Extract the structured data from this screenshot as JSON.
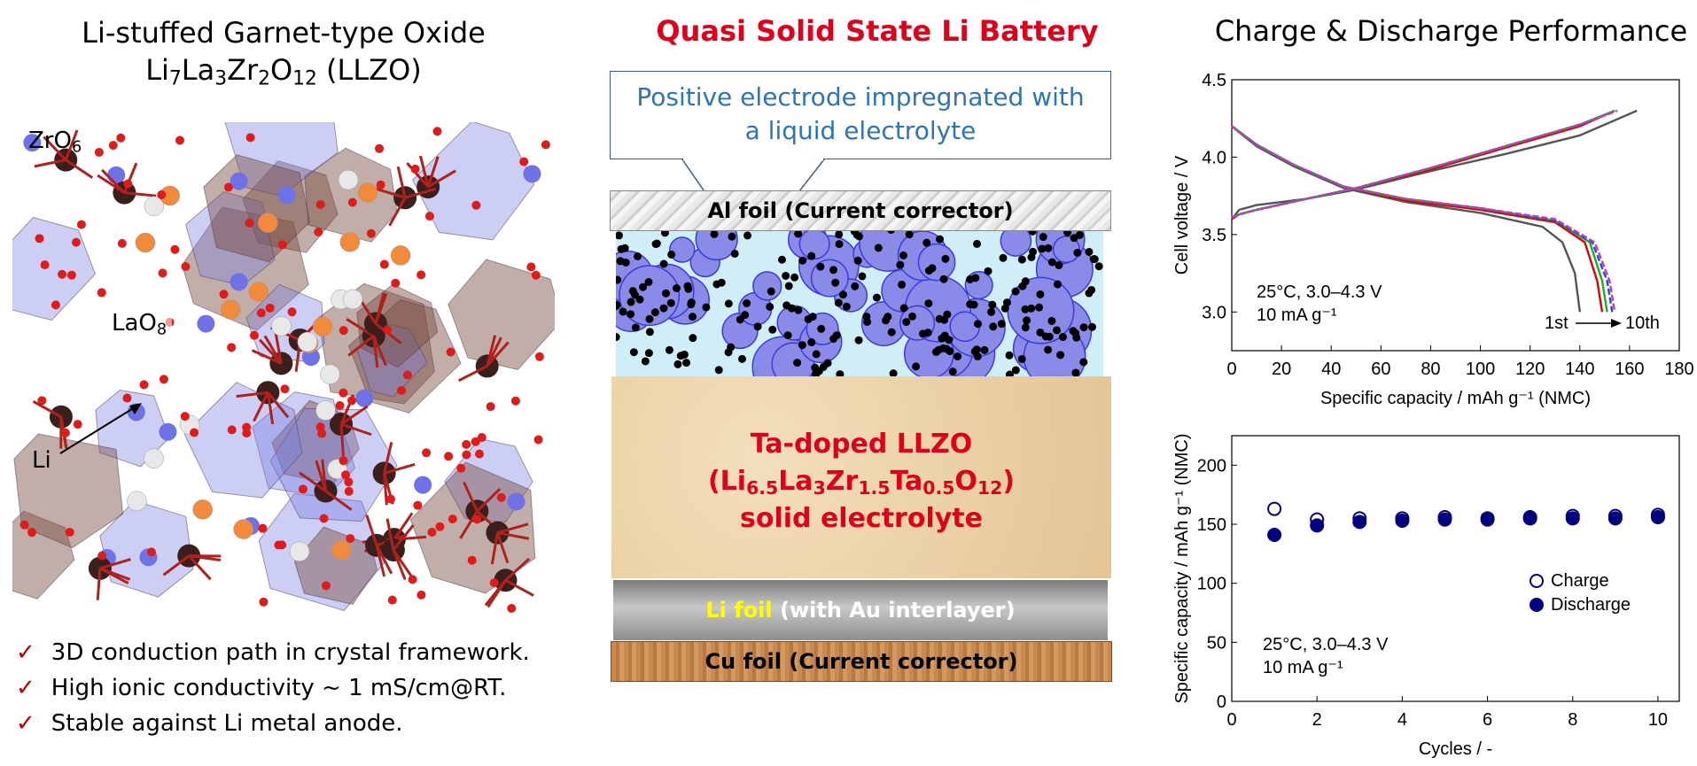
{
  "left": {
    "title_line1": "Li-stuffed Garnet-type Oxide",
    "title_formula": {
      "pre": "Li",
      "s1": "7",
      "m1": "La",
      "s2": "3",
      "m2": "Zr",
      "s3": "2",
      "m3": "O",
      "s4": "12",
      "post": " (LLZO)"
    },
    "labels": {
      "zro_base": "ZrO",
      "zro_sub": "6",
      "lao_base": "LaO",
      "lao_sub": "8",
      "li": "Li"
    },
    "bullets": [
      "3D conduction path in crystal framework.",
      "High ionic conductivity ~ 1 mS/cm@RT.",
      "Stable against Li metal anode."
    ],
    "check_glyph": "✓"
  },
  "middle": {
    "title": "Quasi Solid State Li Battery",
    "callout_line1": "Positive electrode impregnated with",
    "callout_line2": "a liquid electrolyte",
    "al_foil": "Al foil (Current corrector)",
    "electrolyte_line1": "Ta-doped LLZO",
    "electrolyte_formula": {
      "p1": "(Li",
      "s1": "6.5",
      "p2": "La",
      "s2": "3",
      "p3": "Zr",
      "s3": "1.5",
      "p4": "Ta",
      "s4": "0.5",
      "p5": "O",
      "s5": "12",
      "p6": ")"
    },
    "electrolyte_line3": "solid electrolyte",
    "li_foil_highlight": "Li foil",
    "li_foil_rest": " (with Au interlayer)",
    "cu_foil": "Cu foil (Current corrector)"
  },
  "right": {
    "title": "Charge & Discharge Performance",
    "chart1_cond_line1": "25°C, 3.0–4.3 V",
    "chart1_cond_line2": "10 mA g⁻¹",
    "chart1_cycle_start": "1st",
    "chart1_cycle_end": "10th",
    "chart2_cond_line1": "25°C, 3.0–4.3 V",
    "chart2_cond_line2": "10 mA g⁻¹"
  },
  "colors": {
    "accent_red": "#e0001b",
    "callout_blue": "#2e75b6",
    "navy": "#000080",
    "particle": "#8a8ae8"
  },
  "chart_data": [
    {
      "type": "line",
      "xlabel": "Specific capacity / mAh g⁻¹ (NMC)",
      "ylabel": "Cell voltage / V",
      "xlim": [
        0,
        180
      ],
      "ylim": [
        2.75,
        4.5
      ],
      "xticks": [
        0,
        20,
        40,
        60,
        80,
        100,
        120,
        140,
        160,
        180
      ],
      "yticks": [
        3.0,
        3.5,
        4.0,
        4.5
      ],
      "series": [
        {
          "color": "#555555",
          "charge": [
            [
              0,
              3.6
            ],
            [
              3,
              3.66
            ],
            [
              10,
              3.69
            ],
            [
              30,
              3.73
            ],
            [
              50,
              3.79
            ],
            [
              80,
              3.91
            ],
            [
              110,
              4.02
            ],
            [
              140,
              4.14
            ],
            [
              163,
              4.3
            ]
          ],
          "discharge": [
            [
              0,
              4.2
            ],
            [
              10,
              4.07
            ],
            [
              25,
              3.94
            ],
            [
              45,
              3.8
            ],
            [
              70,
              3.71
            ],
            [
              100,
              3.64
            ],
            [
              125,
              3.55
            ],
            [
              133,
              3.45
            ],
            [
              138,
              3.25
            ],
            [
              140,
              3.0
            ]
          ]
        },
        {
          "color": "#e00000",
          "charge": [
            [
              0,
              3.6
            ],
            [
              3,
              3.63
            ],
            [
              10,
              3.66
            ],
            [
              30,
              3.73
            ],
            [
              50,
              3.8
            ],
            [
              80,
              3.92
            ],
            [
              110,
              4.06
            ],
            [
              140,
              4.2
            ],
            [
              154,
              4.3
            ]
          ],
          "discharge": [
            [
              0,
              4.2
            ],
            [
              10,
              4.08
            ],
            [
              25,
              3.95
            ],
            [
              45,
              3.81
            ],
            [
              70,
              3.72
            ],
            [
              100,
              3.66
            ],
            [
              130,
              3.58
            ],
            [
              142,
              3.45
            ],
            [
              147,
              3.2
            ],
            [
              149,
              3.0
            ]
          ]
        },
        {
          "color": "#22aa22",
          "charge": [
            [
              0,
              3.61
            ],
            [
              3,
              3.63
            ],
            [
              10,
              3.66
            ],
            [
              30,
              3.73
            ],
            [
              50,
              3.8
            ],
            [
              80,
              3.93
            ],
            [
              110,
              4.07
            ],
            [
              140,
              4.21
            ],
            [
              154,
              4.3
            ]
          ],
          "discharge": [
            [
              0,
              4.2
            ],
            [
              10,
              4.08
            ],
            [
              25,
              3.95
            ],
            [
              45,
              3.81
            ],
            [
              70,
              3.73
            ],
            [
              100,
              3.67
            ],
            [
              130,
              3.59
            ],
            [
              144,
              3.45
            ],
            [
              149,
              3.2
            ],
            [
              151,
              3.0
            ]
          ]
        },
        {
          "color": "#2050d0",
          "charge": [
            [
              0,
              3.61
            ],
            [
              3,
              3.63
            ],
            [
              10,
              3.66
            ],
            [
              30,
              3.73
            ],
            [
              50,
              3.8
            ],
            [
              80,
              3.93
            ],
            [
              110,
              4.07
            ],
            [
              140,
              4.21
            ],
            [
              155,
              4.3
            ]
          ],
          "discharge": [
            [
              0,
              4.2
            ],
            [
              10,
              4.08
            ],
            [
              25,
              3.95
            ],
            [
              45,
              3.81
            ],
            [
              70,
              3.73
            ],
            [
              100,
              3.67
            ],
            [
              130,
              3.59
            ],
            [
              145,
              3.45
            ],
            [
              151,
              3.2
            ],
            [
              153,
              3.0
            ]
          ]
        },
        {
          "color": "#cc33cc",
          "charge": [
            [
              0,
              3.61
            ],
            [
              3,
              3.63
            ],
            [
              10,
              3.66
            ],
            [
              30,
              3.73
            ],
            [
              50,
              3.8
            ],
            [
              80,
              3.93
            ],
            [
              110,
              4.07
            ],
            [
              140,
              4.21
            ],
            [
              155,
              4.3
            ]
          ],
          "discharge": [
            [
              0,
              4.2
            ],
            [
              10,
              4.08
            ],
            [
              25,
              3.95
            ],
            [
              45,
              3.81
            ],
            [
              70,
              3.73
            ],
            [
              100,
              3.67
            ],
            [
              130,
              3.6
            ],
            [
              146,
              3.45
            ],
            [
              152,
              3.2
            ],
            [
              154,
              3.0
            ]
          ]
        }
      ]
    },
    {
      "type": "scatter",
      "xlabel": "Cycles / -",
      "ylabel": "Specific capacity / mAh g⁻¹ (NMC)",
      "xlim": [
        0,
        10.5
      ],
      "ylim": [
        0,
        225
      ],
      "xticks": [
        0,
        2,
        4,
        6,
        8,
        10
      ],
      "yticks": [
        0,
        50,
        100,
        150,
        200
      ],
      "x": [
        1,
        2,
        3,
        4,
        5,
        6,
        7,
        8,
        9,
        10
      ],
      "series": [
        {
          "name": "Charge",
          "marker": "open",
          "values": [
            163,
            154,
            155,
            155,
            156,
            155,
            156,
            157,
            157,
            158
          ]
        },
        {
          "name": "Discharge",
          "marker": "filled",
          "values": [
            141,
            149,
            152,
            153,
            154,
            154,
            155,
            155,
            155,
            156
          ]
        }
      ]
    }
  ]
}
